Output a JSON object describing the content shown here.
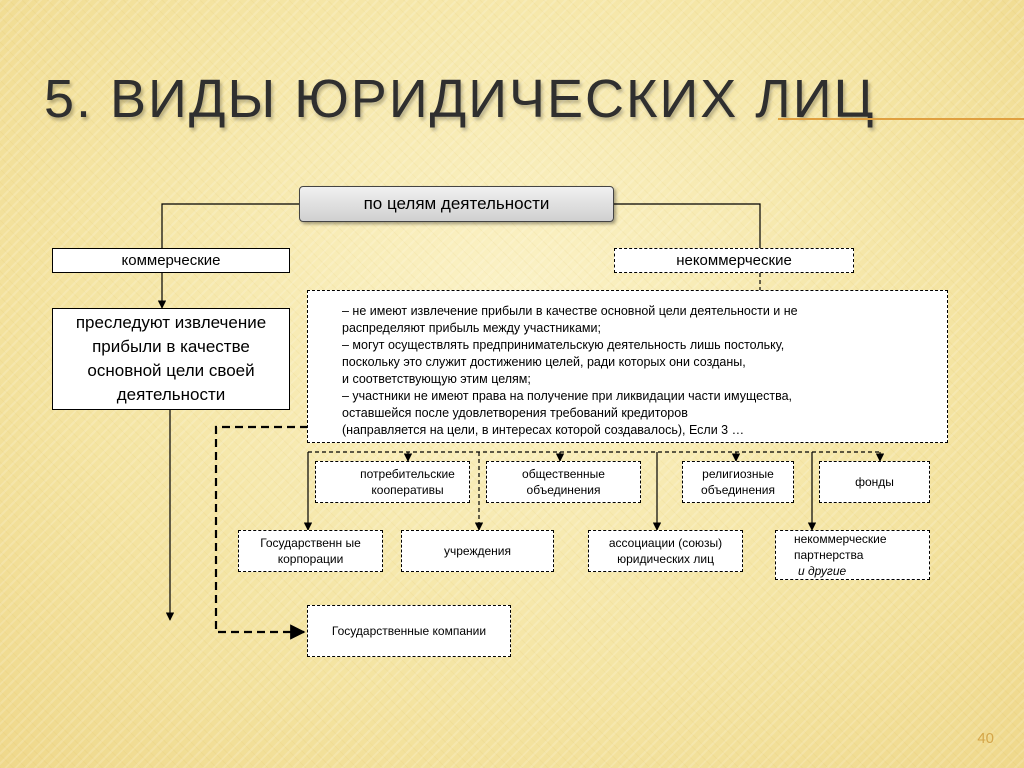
{
  "slide": {
    "title": "5. ВИДЫ ЮРИДИЧЕСКИХ ЛИЦ",
    "page_number": "40"
  },
  "colors": {
    "accent_line": "#e0a040",
    "page_number": "#d4a64a"
  },
  "diagram": {
    "root": "по целям деятельности",
    "commercial": {
      "label": "коммерческие",
      "description": "преследуют извлечение прибыли  в качестве основной цели своей деятельности"
    },
    "noncommercial": {
      "label": "некоммерческие",
      "description_lines": [
        "–  не имеют извлечение прибыли в качестве основной цели деятельности и не",
        "распределяют прибыль между участниками;",
        "– могут осуществлять предпринимательскую деятельность лишь постольку,",
        "поскольку это служит достижению целей, ради которых они созданы,",
        "и соответствующую этим целям;",
        "– участники не имеют права на получение при ликвидации части имущества,",
        "оставшейся после удовлетворения требований кредиторов",
        "(направляется на цели, в интересах которой создавалось), Если 3 …"
      ]
    },
    "types": {
      "consumer_coops": "потребительские кооперативы",
      "public_associations": "общественные объединения",
      "religious_associations": "религиозные объединения",
      "funds": "фонды",
      "state_corporations": "Государственн ые корпорации",
      "institutions": "учреждения",
      "associations_unions": "ассоциации (союзы) юридических лиц",
      "nonprofit_partnerships": "некоммерческие партнерства",
      "and_others": "и другие",
      "state_companies": "Государственные компании"
    }
  }
}
